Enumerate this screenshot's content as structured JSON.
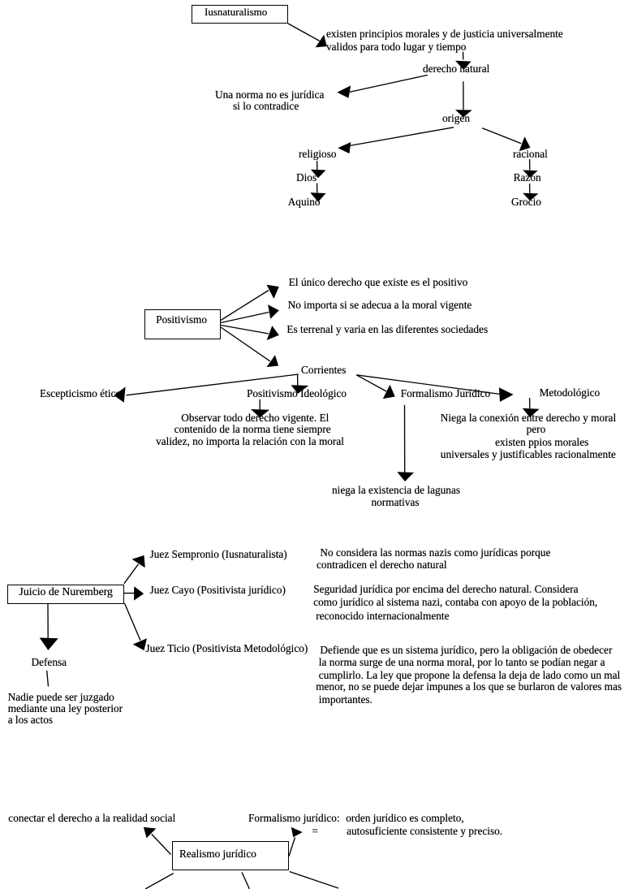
{
  "colors": {
    "ink": "#000000",
    "background": "#ffffff"
  },
  "iusnaturalismo": {
    "root": "Iusnaturalismo",
    "principios": [
      "existen principios morales y de justicia universalmente",
      "validos para todo lugar y tiempo"
    ],
    "derecho_natural": "derecho natural",
    "norma": [
      "Una norma no es jurídica",
      "si lo contradice"
    ],
    "origen": "origen",
    "religioso": "religioso",
    "dios": "Dios",
    "aquino": "Aquino",
    "racional": "racional",
    "razon": "Razón",
    "grocio": "Grocio"
  },
  "positivismo": {
    "root": "Positivismo",
    "tenets": [
      "El único derecho que existe es el positivo",
      "No importa si se adecua a la moral vigente",
      "Es terrenal y varia en las diferentes sociedades"
    ],
    "corrientes": "Corrientes",
    "escepticismo": "Escepticismo ético",
    "ideologico": "Positivismo Ideológico",
    "formalismo": "Formalismo Jurídico",
    "metodologico": "Metodológico",
    "observar": [
      "Observar todo derecho vigente. El",
      "contenido de la norma tiene siempre",
      "validez, no importa la relación con la moral"
    ],
    "niega_conexion": [
      "Niega la conexión entre derecho y moral",
      "pero",
      "existen ppios morales",
      "universales y justificables racionalmente"
    ],
    "lagunas": [
      "niega la existencia de lagunas",
      "normativas"
    ]
  },
  "nuremberg": {
    "root": "Juicio de Nuremberg",
    "jueces": [
      "Juez Sempronio (Iusnaturalista)",
      "Juez Cayo (Positivista jurídico)",
      "Juez Ticio (Positivista Metodológico)"
    ],
    "defensa": "Defensa",
    "defensa_nota": [
      "Nadie puede ser juzgado",
      "mediante una ley posterior",
      "a los actos"
    ],
    "sempronio_desc": [
      "No considera las normas nazis como jurídicas porque",
      "contradicen el derecho natural"
    ],
    "cayo_desc": [
      "Seguridad jurídica por encima del derecho natural. Considera",
      "como jurídico al sistema nazi, contaba con apoyo de la población,",
      "reconocido internacionalmente"
    ],
    "ticio_desc": [
      "Defiende que es un sistema jurídico, pero la obligación de obedecer",
      "la norma surge de una norma moral, por lo tanto se podían negar a",
      "cumplirlo. La ley que propone la defensa la deja de lado como un mal",
      "menor, no se puede dejar impunes a los que se burlaron de valores mas",
      "importantes."
    ]
  },
  "realismo": {
    "root": "Realismo jurídico",
    "conectar": "conectar el derecho a la realidad social",
    "formalismo_label": "Formalismo jurídico:",
    "igual": "=",
    "formalismo_def": [
      "orden jurídico es completo,",
      "autosuficiente consistente y preciso."
    ]
  }
}
